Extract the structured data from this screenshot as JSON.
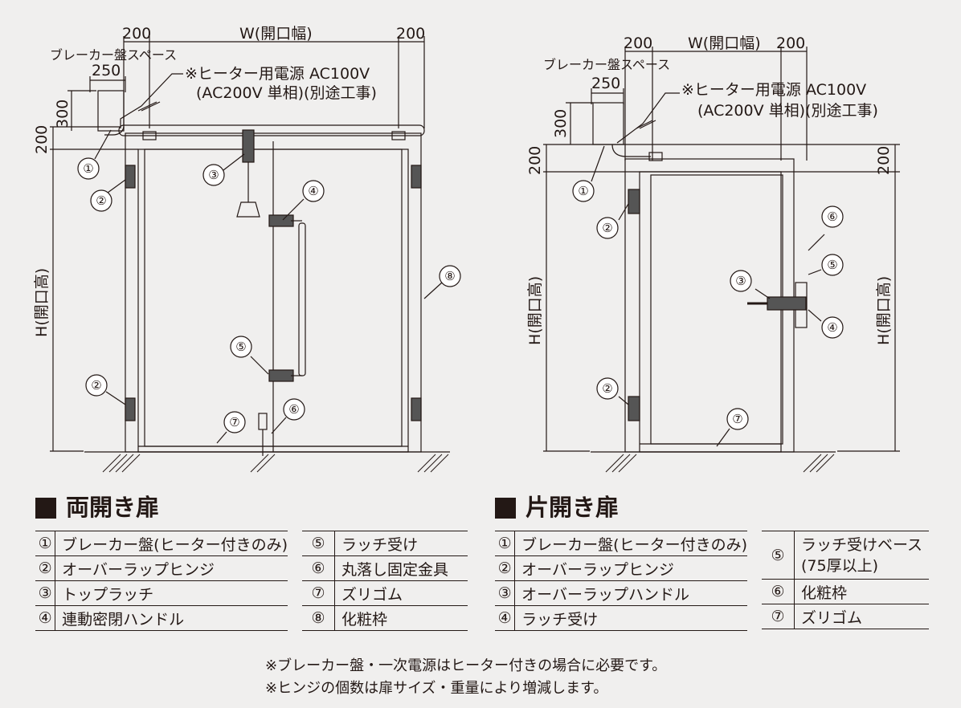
{
  "dims": {
    "d200": "200",
    "w_opening": "W(開口幅)",
    "d250": "250",
    "d300": "300",
    "h_opening": "H(開口高)"
  },
  "labels": {
    "breaker_space": "ブレーカー盤スペース",
    "power_line1": "※ヒーター用電源 AC100V",
    "power_line2": "(AC200V 単相)(別途工事)"
  },
  "markers": [
    "①",
    "②",
    "③",
    "④",
    "⑤",
    "⑥",
    "⑦",
    "⑧"
  ],
  "double_door": {
    "title": "両開き扉",
    "parts_left": [
      {
        "num": "①",
        "label": "ブレーカー盤(ヒーター付きのみ)"
      },
      {
        "num": "②",
        "label": "オーバーラップヒンジ"
      },
      {
        "num": "③",
        "label": "トップラッチ"
      },
      {
        "num": "④",
        "label": "連動密閉ハンドル"
      }
    ],
    "parts_right": [
      {
        "num": "⑤",
        "label": "ラッチ受け"
      },
      {
        "num": "⑥",
        "label": "丸落し固定金具"
      },
      {
        "num": "⑦",
        "label": "ズリゴム"
      },
      {
        "num": "⑧",
        "label": "化粧枠"
      }
    ]
  },
  "single_door": {
    "title": "片開き扉",
    "parts_left": [
      {
        "num": "①",
        "label": "ブレーカー盤(ヒーター付きのみ)"
      },
      {
        "num": "②",
        "label": "オーバーラップヒンジ"
      },
      {
        "num": "③",
        "label": "オーバーラップハンドル"
      },
      {
        "num": "④",
        "label": "ラッチ受け"
      }
    ],
    "parts_right": [
      {
        "num": "⑤",
        "label": "ラッチ受けベース\n(75厚以上)"
      },
      {
        "num": "⑥",
        "label": "化粧枠"
      },
      {
        "num": "⑦",
        "label": "ズリゴム"
      }
    ]
  },
  "notes": [
    "※ブレーカー盤・一次電源はヒーター付きの場合に必要です。",
    "※ヒンジの個数は扉サイズ・重量により増減します。"
  ]
}
